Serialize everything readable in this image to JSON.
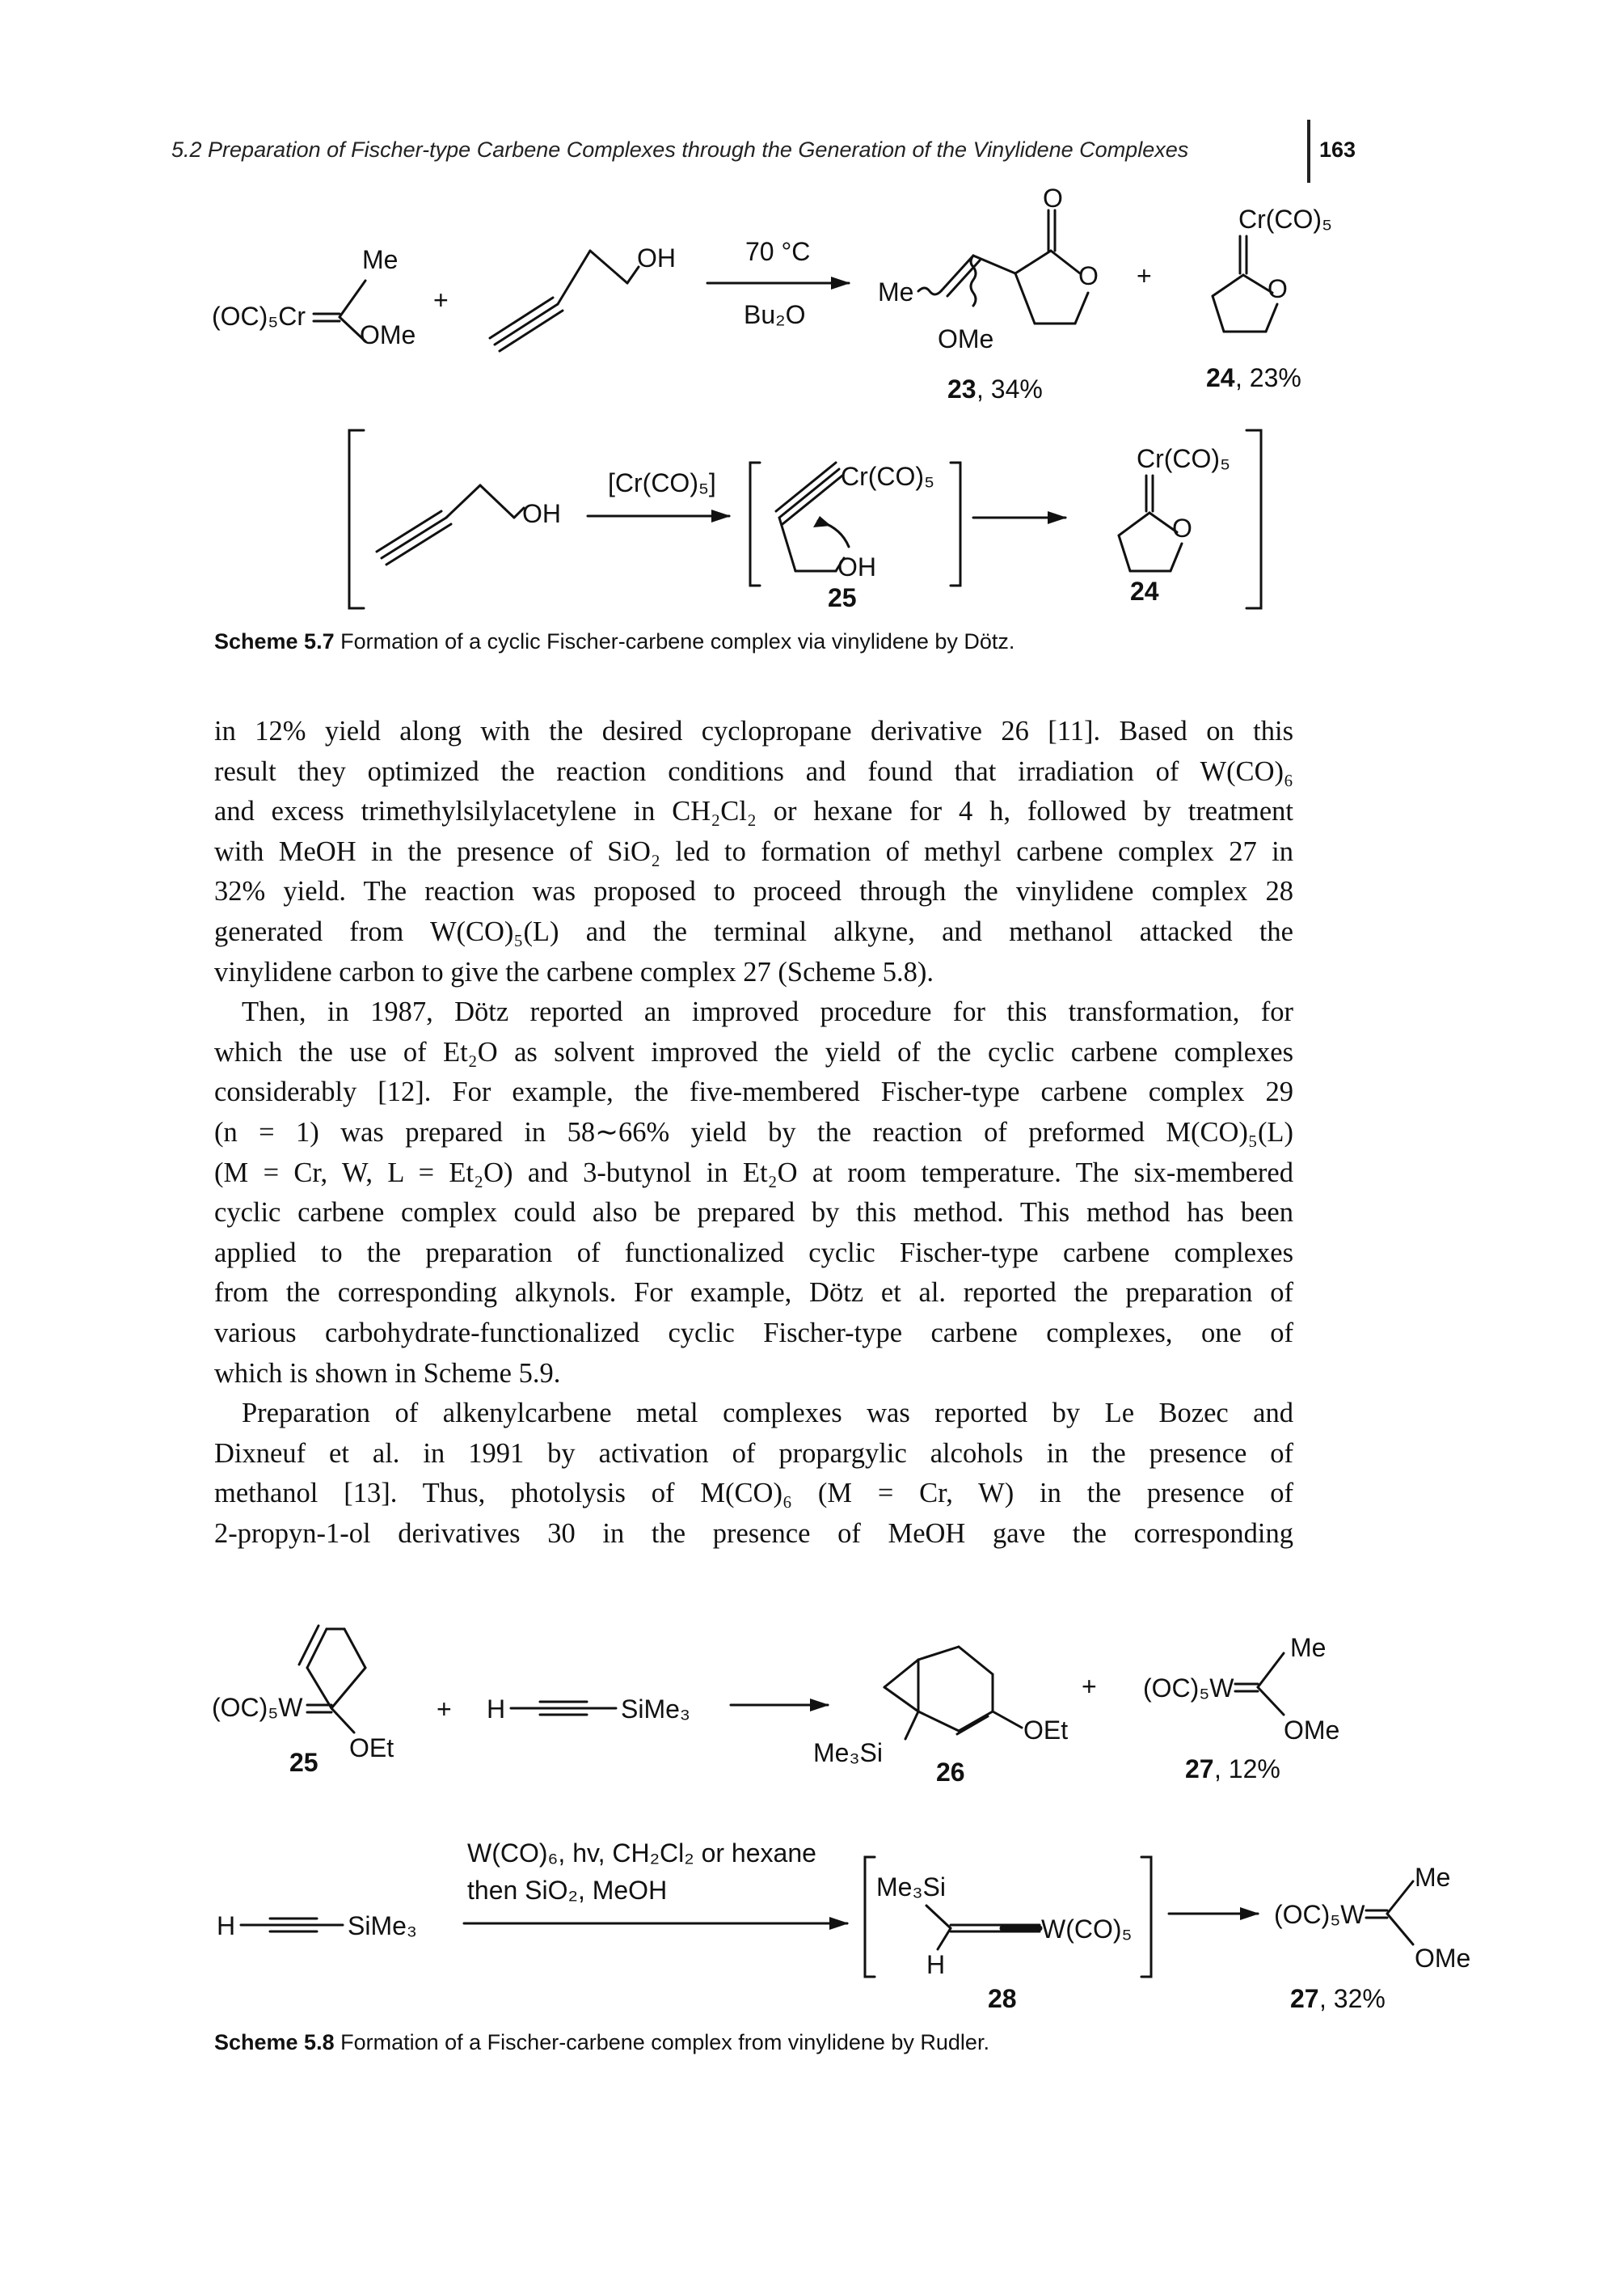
{
  "header": {
    "running_title": "5.2 Preparation of Fischer-type Carbene Complexes through the Generation of the Vinylidene Complexes",
    "page_number": "163"
  },
  "scheme57": {
    "reactant1_sub": "(OC)₅Cr",
    "reactant1_me": "Me",
    "reactant1_ome": "OMe",
    "plus1": "+",
    "reactant2_oh": "OH",
    "cond_top": "70 °C",
    "cond_bottom": "Bu₂O",
    "prod23_me": "Me",
    "prod23_o": "O",
    "prod23_ringo": "O",
    "prod23_ome": "OMe",
    "prod23_label": "23",
    "prod23_yield": ", 34%",
    "plus2": "+",
    "prod24_cr": "Cr(CO)₅",
    "prod24_o": "O",
    "prod24_label": "24",
    "prod24_yield": ", 23%",
    "mech_oh": "OH",
    "mech_reagent": "[Cr(CO)₅]",
    "int25_cr": "Cr(CO)₅",
    "int25_oh": "OH",
    "int25_label": "25",
    "mech_prod_cr": "Cr(CO)₅",
    "mech_prod_o": "O",
    "mech_prod_label": "24",
    "caption_label": "Scheme 5.7",
    "caption_text": "Formation of a cyclic Fischer-carbene complex via vinylidene by Dötz."
  },
  "body_lines": [
    "in 12% yield along with the desired cyclopropane derivative 26 [11]. Based on this",
    "result they optimized the reaction conditions and found that irradiation of W(CO)₆",
    "and excess trimethylsilylacetylene in CH₂Cl₂ or hexane for 4 h, followed by treatment",
    "with MeOH in the presence of SiO₂ led to formation of methyl carbene complex 27 in",
    "32% yield. The reaction was proposed to proceed through the vinylidene complex 28",
    "generated from W(CO)₅(L) and the terminal alkyne, and methanol attacked the",
    "vinylidene carbon to give the carbene complex 27 (Scheme 5.8).",
    "Then, in 1987, Dötz reported an improved procedure for this transformation, for",
    "which the use of Et₂O as solvent improved the yield of the cyclic carbene complexes",
    "considerably [12]. For example, the five-membered Fischer-type carbene complex 29",
    "(n = 1) was prepared in 58∼66% yield by the reaction of preformed M(CO)₅(L)",
    "(M = Cr, W, L = Et₂O) and 3-butynol in Et₂O at room temperature. The six-membered",
    "cyclic carbene complex could also be prepared by this method. This method has been",
    "applied to the preparation of functionalized cyclic Fischer-type carbene complexes",
    "from the corresponding alkynols. For example, Dötz et al. reported the preparation of",
    "various carbohydrate-functionalized cyclic Fischer-type carbene complexes, one of",
    "which is shown in Scheme 5.9.",
    "Preparation of alkenylcarbene metal complexes was reported by Le Bozec and",
    "Dixneuf et al. in 1991 by activation of propargylic alcohols in the presence of",
    "methanol [13]. Thus, photolysis of M(CO)₆ (M = Cr, W) in the presence of",
    "2-propyn-1-ol derivatives 30 in the presence of MeOH gave the corresponding"
  ],
  "scheme58": {
    "r25_w": "(OC)₅W",
    "r25_oet": "OEt",
    "r25_label": "25",
    "plus1": "+",
    "alkyne_h": "H",
    "alkyne_si": "SiMe₃",
    "p26_si": "Me₃Si",
    "p26_oet": "OEt",
    "p26_label": "26",
    "plus2": "+",
    "p27_w": "(OC)₅W",
    "p27_me": "Me",
    "p27_ome": "OMe",
    "p27_label": "27",
    "p27_yield": ", 12%",
    "r2_h": "H",
    "r2_si": "SiMe₃",
    "cond_line1": "W(CO)₆, hv, CH₂Cl₂ or hexane",
    "cond_line2": "then SiO₂, MeOH",
    "int28_si": "Me₃Si",
    "int28_w": "W(CO)₅",
    "int28_h": "H",
    "int28_label": "28",
    "p2_w": "(OC)₅W",
    "p2_me": "Me",
    "p2_ome": "OMe",
    "p2_label": "27",
    "p2_yield": ", 32%",
    "caption_label": "Scheme 5.8",
    "caption_text": "Formation of a Fischer-carbene complex from vinylidene by Rudler."
  }
}
